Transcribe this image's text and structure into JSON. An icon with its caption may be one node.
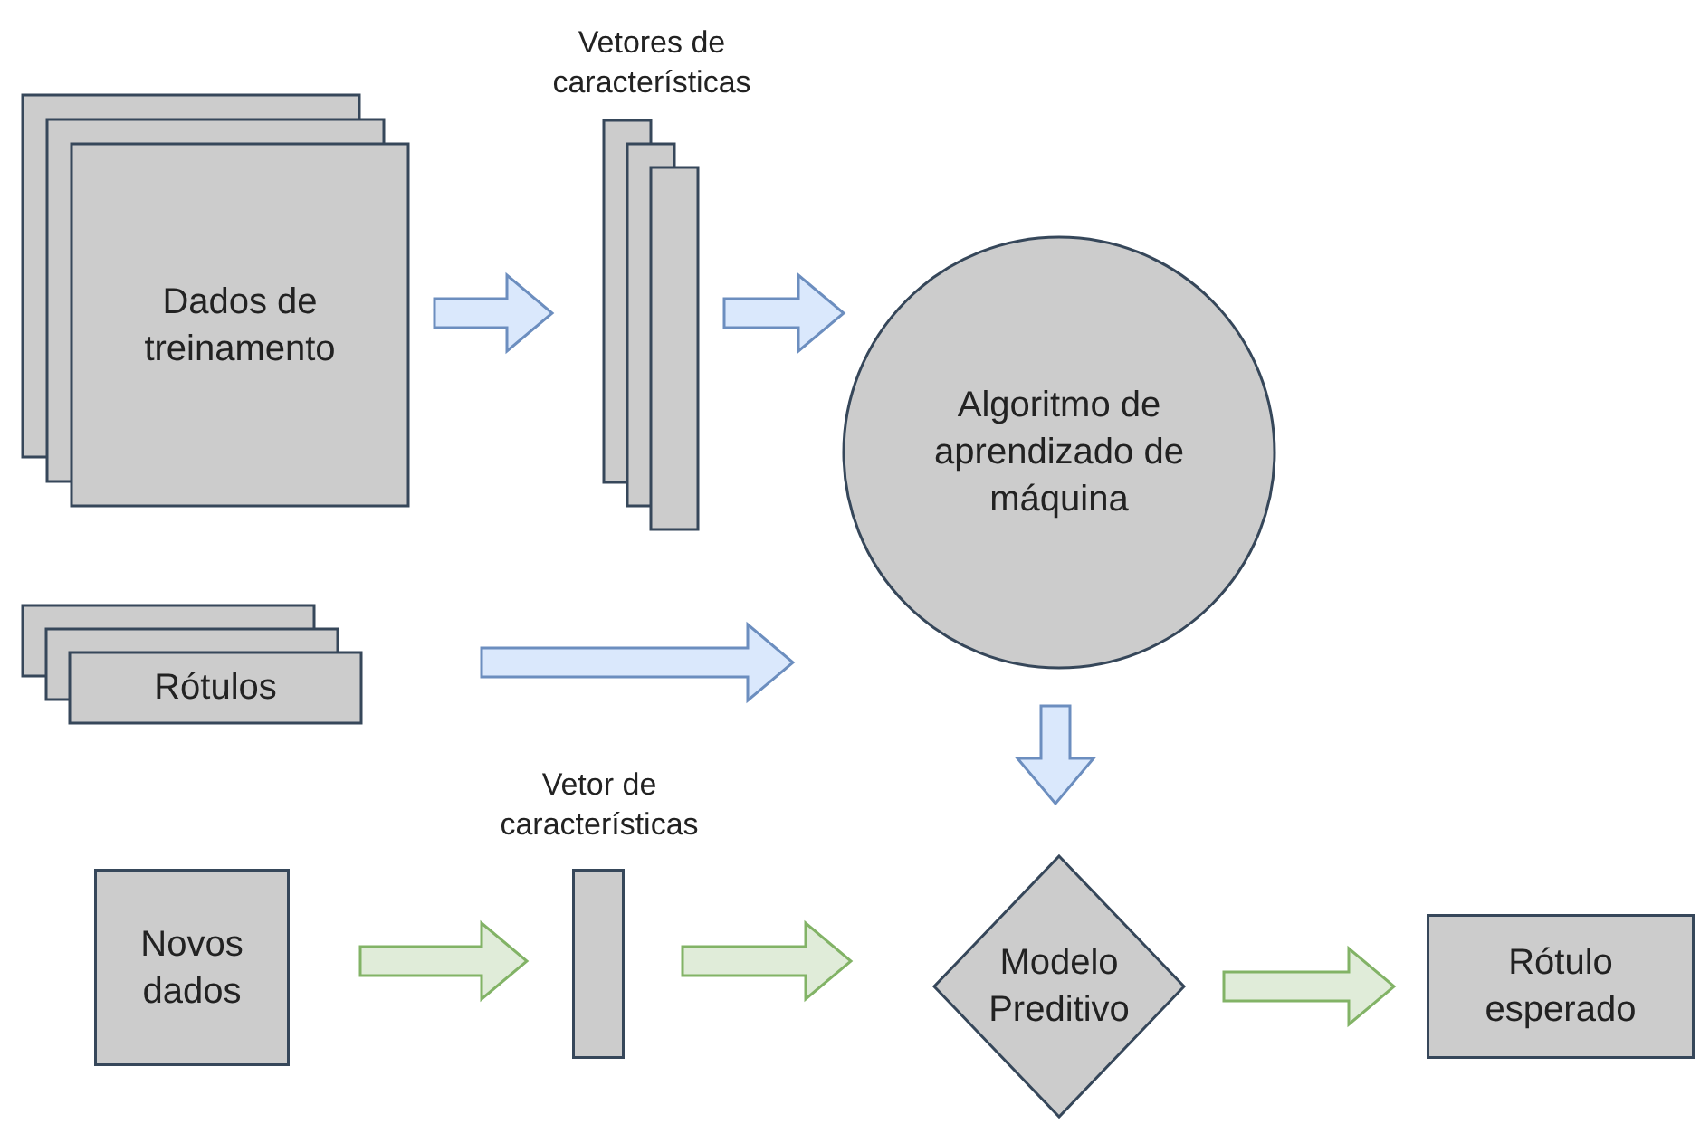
{
  "diagram": {
    "nodes": [
      {
        "text": [
          "Dados de treinamento"
        ]
      },
      {
        "text": [
          "Vetores de características"
        ]
      },
      {
        "text": [
          "Algoritmo de aprendizado de máquina"
        ]
      },
      {
        "text": [
          "Rótulos"
        ]
      },
      {
        "text": [
          "Novos dados"
        ]
      },
      {
        "text": [
          "Vetor de características"
        ]
      },
      {
        "text": [
          "Modelo Preditivo"
        ]
      },
      {
        "text": [
          "Rótulo esperado"
        ]
      }
    ],
    "edges": [
      {
        "from": 0,
        "to": 1,
        "arrow": "to"
      },
      {
        "from": 1,
        "to": 2,
        "arrow": "to"
      },
      {
        "from": 3,
        "to": 2,
        "arrow": "to"
      },
      {
        "from": 2,
        "to": 6,
        "arrow": "to"
      },
      {
        "from": 4,
        "to": 5,
        "arrow": "to",
        "color": "#82b366"
      },
      {
        "from": 5,
        "to": 6,
        "arrow": "to",
        "color": "#82b366"
      },
      {
        "from": 6,
        "to": 7,
        "arrow": "to",
        "color": "#82b366"
      }
    ]
  }
}
